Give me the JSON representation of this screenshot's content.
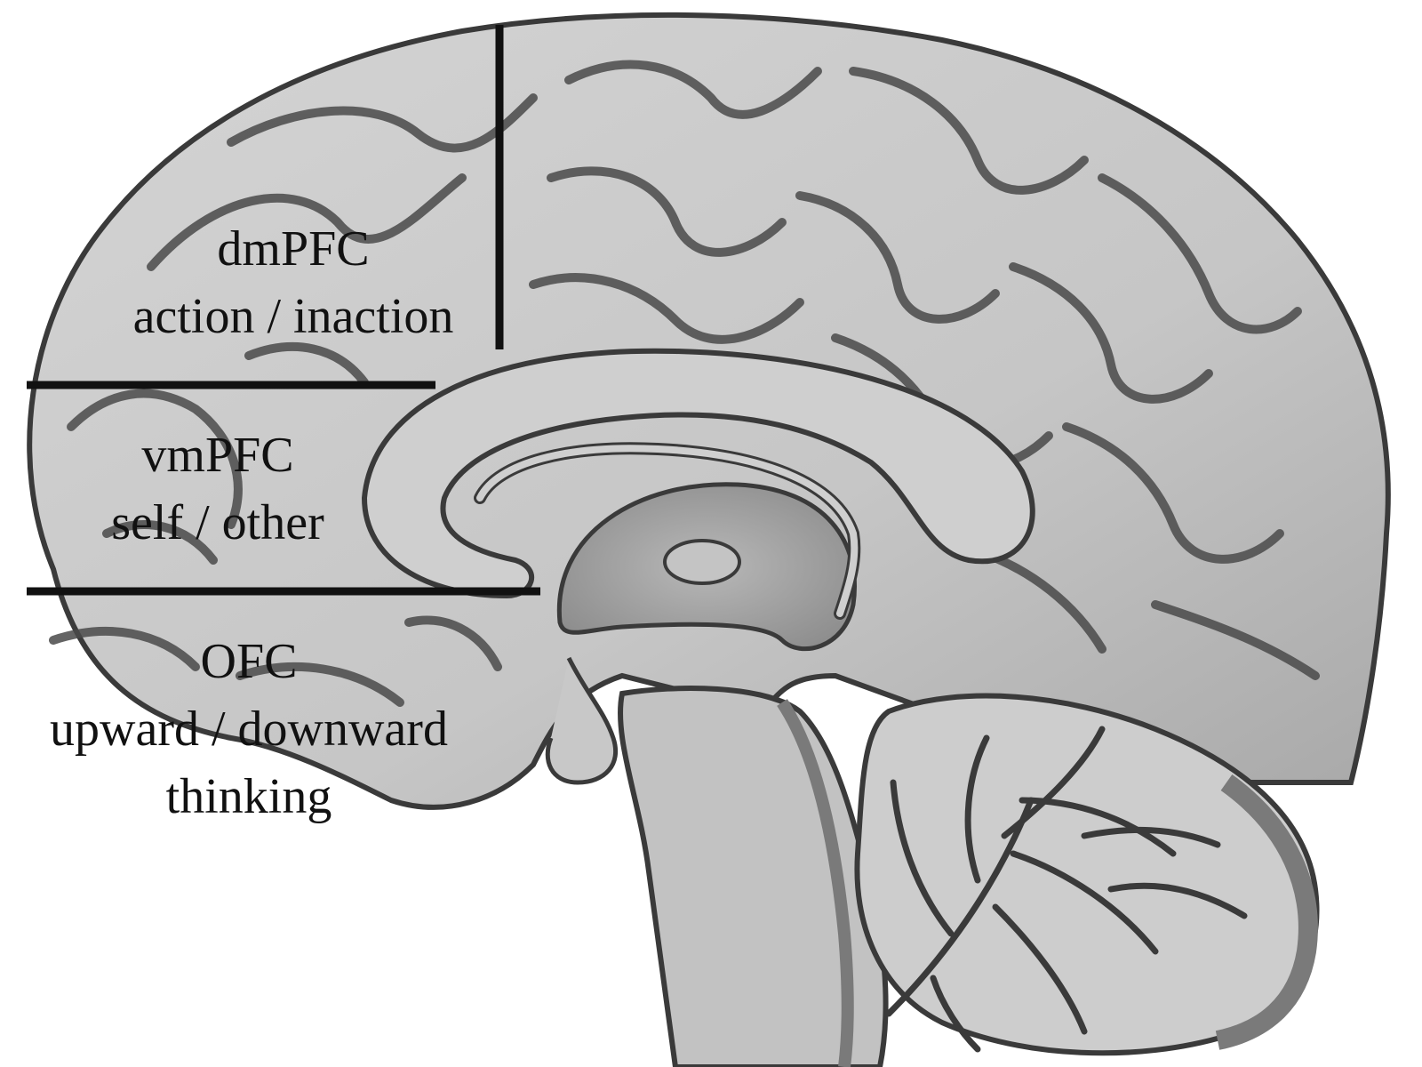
{
  "colors": {
    "background": "#ffffff",
    "brain_fill": "#c9c9c9",
    "brain_shade": "#9a9a9a",
    "outline": "#3a3a3a",
    "divider": "#111111",
    "text": "#111111"
  },
  "regions": [
    {
      "id": "dmpfc",
      "name": "dmPFC",
      "function": "action / inaction"
    },
    {
      "id": "vmpfc",
      "name": "vmPFC",
      "function": "self / other"
    },
    {
      "id": "ofc",
      "name": "OFC",
      "function": "upward / downward",
      "function_extra": "thinking"
    }
  ]
}
